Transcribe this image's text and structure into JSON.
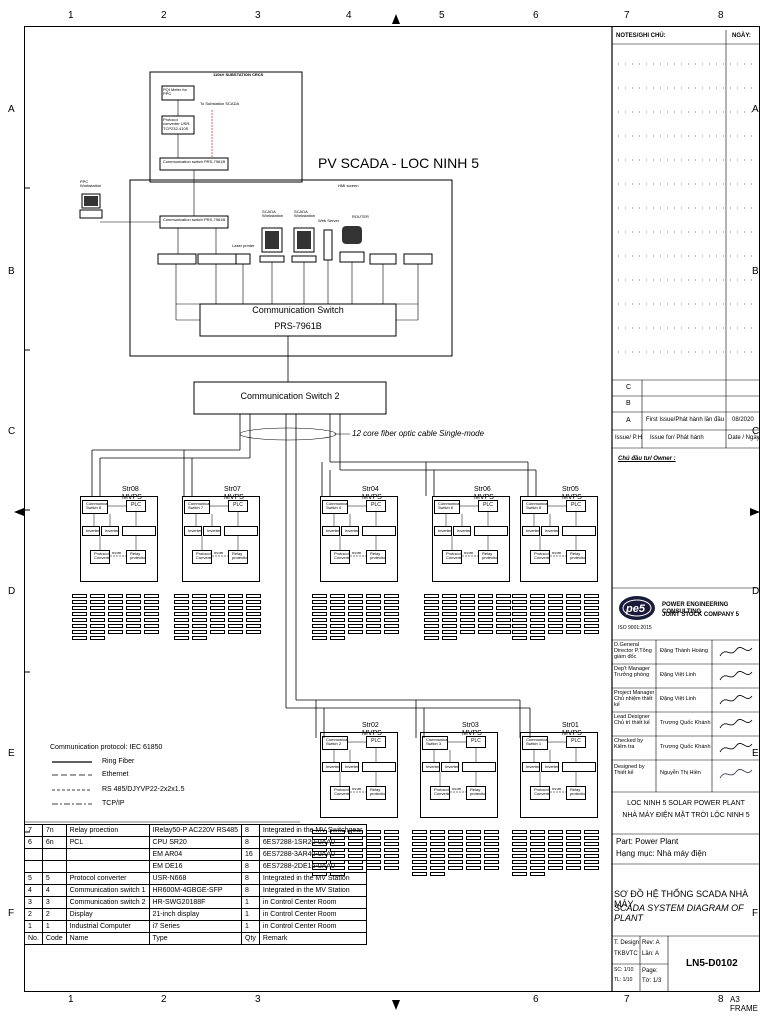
{
  "zones_top": [
    "1",
    "2",
    "3",
    "4",
    "5",
    "6",
    "7",
    "8"
  ],
  "zones_side": [
    "A",
    "B",
    "C",
    "D",
    "E",
    "F"
  ],
  "notes_header": {
    "notes": "NOTES/GHI CHÚ:",
    "date": "NGÀY:"
  },
  "diagram": {
    "title": "PV SCADA - LOC NINH 5",
    "substation": "110kV SUBSTATION CRCS",
    "pqi_meter": "PQI Meter for PPC",
    "protocol_converter": "Protocol converter USR-TCP232-410S",
    "to_substation": "To Substation SCADA",
    "comm_switch_top": "Communication switch PRS-7961B",
    "comm_switch_inner": "Communication switch PRS-7961B",
    "ppc_ws": "PPC Workstation",
    "scada_ws1": "SCADA Workstation",
    "scada_ws2": "SCADA Workstation",
    "web_server": "Web Server",
    "router": "ROUTER",
    "laser_printer": "Laser printer",
    "hmi_label": "HMI screen",
    "main_switch_line1": "Communication Switch",
    "main_switch_line2": "PRS-7961B",
    "switch2": "Communication Switch 2",
    "fiber_note": "12 core fiber optic cable Single-mode",
    "comm_protocol": "Communication protocol: IEC 61850",
    "legend": [
      "Ring Fiber",
      "Ethernet",
      "RS 485/DJYVP22-2x2x1.5",
      "TCP/IP"
    ]
  },
  "stations_top": [
    {
      "name": "Str08 MVPS",
      "switch": "Communication Switch 8"
    },
    {
      "name": "Str07 MVPS",
      "switch": "Communication Switch 7"
    },
    {
      "name": "Str04 MVPS",
      "switch": "Communication Switch 4"
    },
    {
      "name": "Str06 MVPS",
      "switch": "Communication Switch 6"
    },
    {
      "name": "Str05 MVPS",
      "switch": "Communication Switch 5"
    }
  ],
  "stations_bottom": [
    {
      "name": "Str02 MVPS",
      "switch": "Communication Switch 2"
    },
    {
      "name": "Str03 MVPS",
      "switch": "Communication Switch 3"
    },
    {
      "name": "Str01 MVPS",
      "switch": "Communication Switch 1"
    }
  ],
  "station_parts": {
    "plc": "PLC",
    "inv1": "Inverter 1",
    "inv2": "Inverter 2",
    "proto": "Protocol Converter",
    "relay": "Relay protection",
    "rs485": "RS485"
  },
  "bom": {
    "headers": [
      "No.",
      "Code",
      "Name",
      "Type",
      "Qty",
      "Remark"
    ],
    "rows": [
      [
        "7",
        "7n",
        "Relay proection",
        "IRelay50-P AC220V RS485",
        "8",
        "Integrated in the MV Switchgear"
      ],
      [
        "6",
        "6n",
        "PCL",
        "CPU SR20",
        "8",
        "6ES7288-1SR20-0AA0"
      ],
      [
        "",
        "",
        "",
        "EM AR04",
        "16",
        "6ES7288-3AR40-0AA0"
      ],
      [
        "",
        "",
        "",
        "EM DE16",
        "8",
        "6ES7288-2DE16-0AA0"
      ],
      [
        "5",
        "5",
        "Protocol converter",
        "USR-N668",
        "8",
        "Integrated in the MV Station"
      ],
      [
        "4",
        "4",
        "Communication switch 1",
        "HR600M-4GBGE-SFP",
        "8",
        "Integrated in the MV Station"
      ],
      [
        "3",
        "3",
        "Communication switch 2",
        "HR-SWG20188F",
        "1",
        "in Control Center Room"
      ],
      [
        "2",
        "2",
        "Display",
        "21-inch display",
        "1",
        "in Control Center Room"
      ],
      [
        "1",
        "1",
        "Industrial Computer",
        "i7 Series",
        "1",
        "in Control Center Room"
      ]
    ]
  },
  "revisions": {
    "c": "C",
    "b": "B",
    "a": "A",
    "a_desc": "First Issue/Phát hành lần đầu",
    "a_date": "08/2020",
    "issue_label": "Issue/ P.H",
    "issue_for": "Issue for/ Phát hành",
    "date_label": "Date / Ngày"
  },
  "owner": "Chủ đầu tư/ Owner :",
  "company": {
    "line1": "POWER ENGINEERING CONSULTING",
    "line2": "JOINT STOCK COMPANY 5",
    "logo": "pe5",
    "iso": "ISO 9001:2015"
  },
  "signers": [
    {
      "role": "D.General Director P.Tổng giám đốc",
      "name": "Đặng Thành Hoàng"
    },
    {
      "role": "Dep't Manager Trưởng phòng",
      "name": "Đặng Việt Linh"
    },
    {
      "role": "Project Manager Chủ nhiệm thiết kế",
      "name": "Đặng Việt Linh"
    },
    {
      "role": "Lead Designer Chủ trì thiết kế",
      "name": "Trương Quốc Khánh"
    },
    {
      "role": "Checked by Kiểm tra",
      "name": "Trương Quốc Khánh"
    },
    {
      "role": "Designed by Thiết kế",
      "name": "Nguyễn Thị Hiền"
    }
  ],
  "project": {
    "line1": "LOC NINH 5 SOLAR POWER PLANT",
    "line2": "NHÀ MÁY ĐIỆN MẶT TRỜI LỘC NINH 5"
  },
  "part": {
    "line1": "Part: Power Plant",
    "line2": "Hạng mục: Nhà máy điện"
  },
  "drawing_title": {
    "vi": "SƠ ĐỒ HỆ THỐNG SCADA NHÀ MÁY",
    "en": "SCADA SYSTEM DIAGRAM OF PLANT"
  },
  "stamp": {
    "design": "T. Design",
    "tkbvtc": "TKBVTC",
    "rev": "Rev: A",
    "lan": "Lần: A",
    "sc": "SC: 1/10",
    "tl": "TL: 1/10",
    "page": "Page:",
    "to": "Tờ: 1/3",
    "number": "LN5-D0102"
  },
  "frame_label": "A3 FRAME"
}
